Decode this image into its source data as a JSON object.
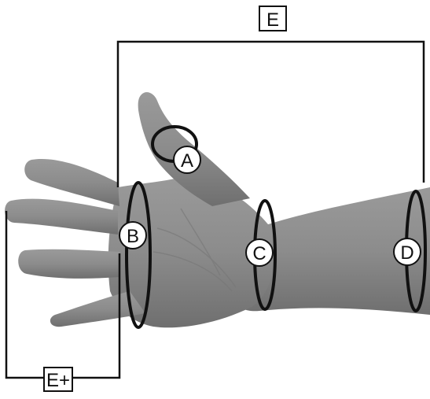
{
  "diagram": {
    "labels": {
      "thumb": "A",
      "knuckles": "B",
      "wrist": "C",
      "forearm": "D",
      "span": "E",
      "finger_span": "E+"
    },
    "colors": {
      "skin": "#8e8e8e",
      "skin_shadow": "#7a7a7a",
      "line": "#111111",
      "background": "#ffffff"
    }
  }
}
